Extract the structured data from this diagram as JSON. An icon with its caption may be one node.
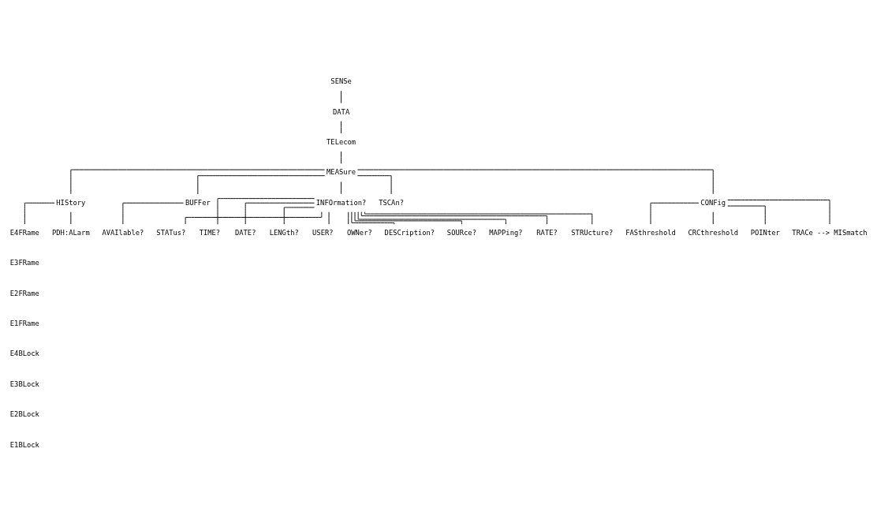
{
  "diagram": {
    "nodes": [
      {
        "text": [
          "SENSe"
        ]
      },
      {
        "text": [
          "DATA"
        ]
      },
      {
        "text": [
          "TELecom"
        ]
      },
      {
        "text": [
          "MEASure"
        ]
      },
      {
        "text": [
          "HIStory"
        ]
      },
      {
        "text": [
          "BUFFer"
        ]
      },
      {
        "text": [
          "INFOrmation?"
        ]
      },
      {
        "text": [
          "TSCAn?"
        ]
      },
      {
        "text": [
          "CONFig"
        ]
      },
      {
        "text": [
          "E4FRame"
        ]
      },
      {
        "text": [
          "PDH:ALarm"
        ]
      },
      {
        "text": [
          "AVAIlable?"
        ]
      },
      {
        "text": [
          "FASthreshold"
        ]
      },
      {
        "text": [
          "CRCthreshold"
        ]
      },
      {
        "text": [
          "POINter"
        ]
      },
      {
        "text": [
          "TRACe --> MISmatch"
        ]
      },
      {
        "text": [
          "STATus?"
        ]
      },
      {
        "text": [
          "TIME?"
        ]
      },
      {
        "text": [
          "DATE?"
        ]
      },
      {
        "text": [
          "LENGth?"
        ]
      },
      {
        "text": [
          "USER?"
        ]
      },
      {
        "text": [
          "OWNer?"
        ]
      },
      {
        "text": [
          "DESCription?"
        ]
      },
      {
        "text": [
          "SOURce?"
        ]
      },
      {
        "text": [
          "MAPPing?"
        ]
      },
      {
        "text": [
          "RATE?"
        ]
      },
      {
        "text": [
          "STRUcture?"
        ]
      }
    ],
    "edges": [
      {
        "from": 0,
        "to": 1,
        "arrow": "none"
      },
      {
        "from": 1,
        "to": 2,
        "arrow": "none"
      },
      {
        "from": 2,
        "to": 3,
        "arrow": "none"
      },
      {
        "from": 3,
        "to": 4,
        "arrow": "none"
      },
      {
        "from": 3,
        "to": 5,
        "arrow": "none"
      },
      {
        "from": 3,
        "to": 6,
        "arrow": "none"
      },
      {
        "from": 3,
        "to": 7,
        "arrow": "none"
      },
      {
        "from": 3,
        "to": 8,
        "arrow": "none"
      },
      {
        "from": 4,
        "to": 9,
        "arrow": "none"
      },
      {
        "from": 4,
        "to": 10,
        "arrow": "none"
      },
      {
        "from": 5,
        "to": 11,
        "arrow": "none"
      },
      {
        "from": 8,
        "to": 12,
        "arrow": "none"
      },
      {
        "from": 8,
        "to": 13,
        "arrow": "none"
      },
      {
        "from": 8,
        "to": 14,
        "arrow": "none"
      },
      {
        "from": 8,
        "to": 15,
        "arrow": "none"
      },
      {
        "from": 6,
        "to": 16,
        "arrow": "none"
      },
      {
        "from": 6,
        "to": 17,
        "arrow": "none"
      },
      {
        "from": 6,
        "to": 18,
        "arrow": "none"
      },
      {
        "from": 6,
        "to": 19,
        "arrow": "none"
      },
      {
        "from": 6,
        "to": 20,
        "arrow": "none"
      },
      {
        "from": 6,
        "to": 21,
        "arrow": "none"
      },
      {
        "from": 6,
        "to": 22,
        "arrow": "none"
      },
      {
        "from": 6,
        "to": 23,
        "arrow": "none"
      },
      {
        "from": 6,
        "to": 24,
        "arrow": "none"
      },
      {
        "from": 6,
        "to": 25,
        "arrow": "none"
      },
      {
        "from": 6,
        "to": 26,
        "arrow": "none"
      }
    ],
    "labels": [
      "E3FRame",
      "E2FRame",
      "E1FRame",
      "E4BLock",
      "E3BLock",
      "E2BLock",
      "E1BLock"
    ]
  }
}
